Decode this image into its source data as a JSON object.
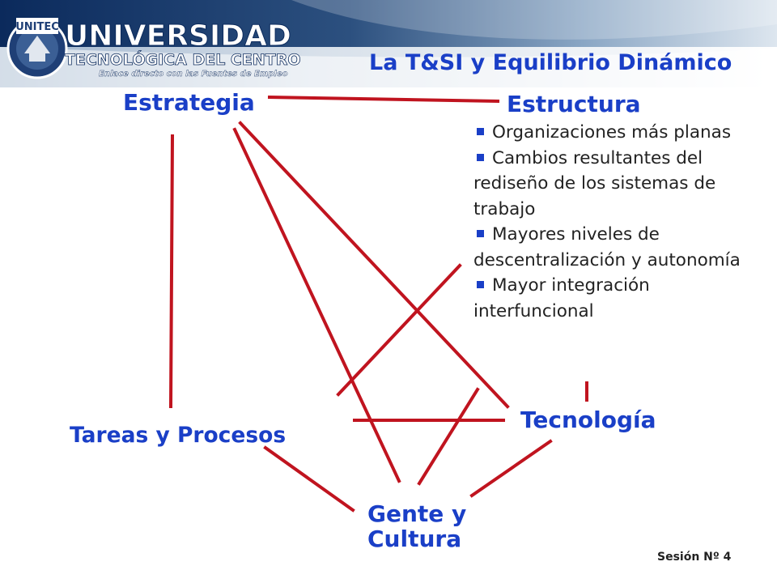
{
  "header": {
    "brand_badge": "UNITEC",
    "brand_line1": "UNIVERSIDAD",
    "brand_line2": "TECNOLÓGICA DEL CENTRO",
    "tagline": "Enlace directo con las Fuentes de Empleo",
    "colors": {
      "band_dark": "#0b2a5c",
      "band_mid": "#6f8fb4",
      "band_light": "#cfdbe8",
      "seal": "#1f3f76"
    }
  },
  "slide": {
    "title": "La T&SI y Equilibrio Dinámico",
    "accent_color": "#1a3fc7",
    "line_color": "#c0141f"
  },
  "nodes": {
    "estrategia": "Estrategia",
    "estructura": "Estructura",
    "tareas": "Tareas y Procesos",
    "tecnologia": "Tecnología",
    "gente_line1": "Gente y",
    "gente_line2": "Cultura"
  },
  "estructura_bullets": [
    {
      "text": "Organizaciones más planas"
    },
    {
      "text": "Cambios resultantes del rediseño de los sistemas de trabajo"
    },
    {
      "text": "Mayores niveles de descentralización y autonomía"
    },
    {
      "text": "Mayor integración interfuncional"
    }
  ],
  "footer": {
    "session": "Sesión Nº 4"
  }
}
